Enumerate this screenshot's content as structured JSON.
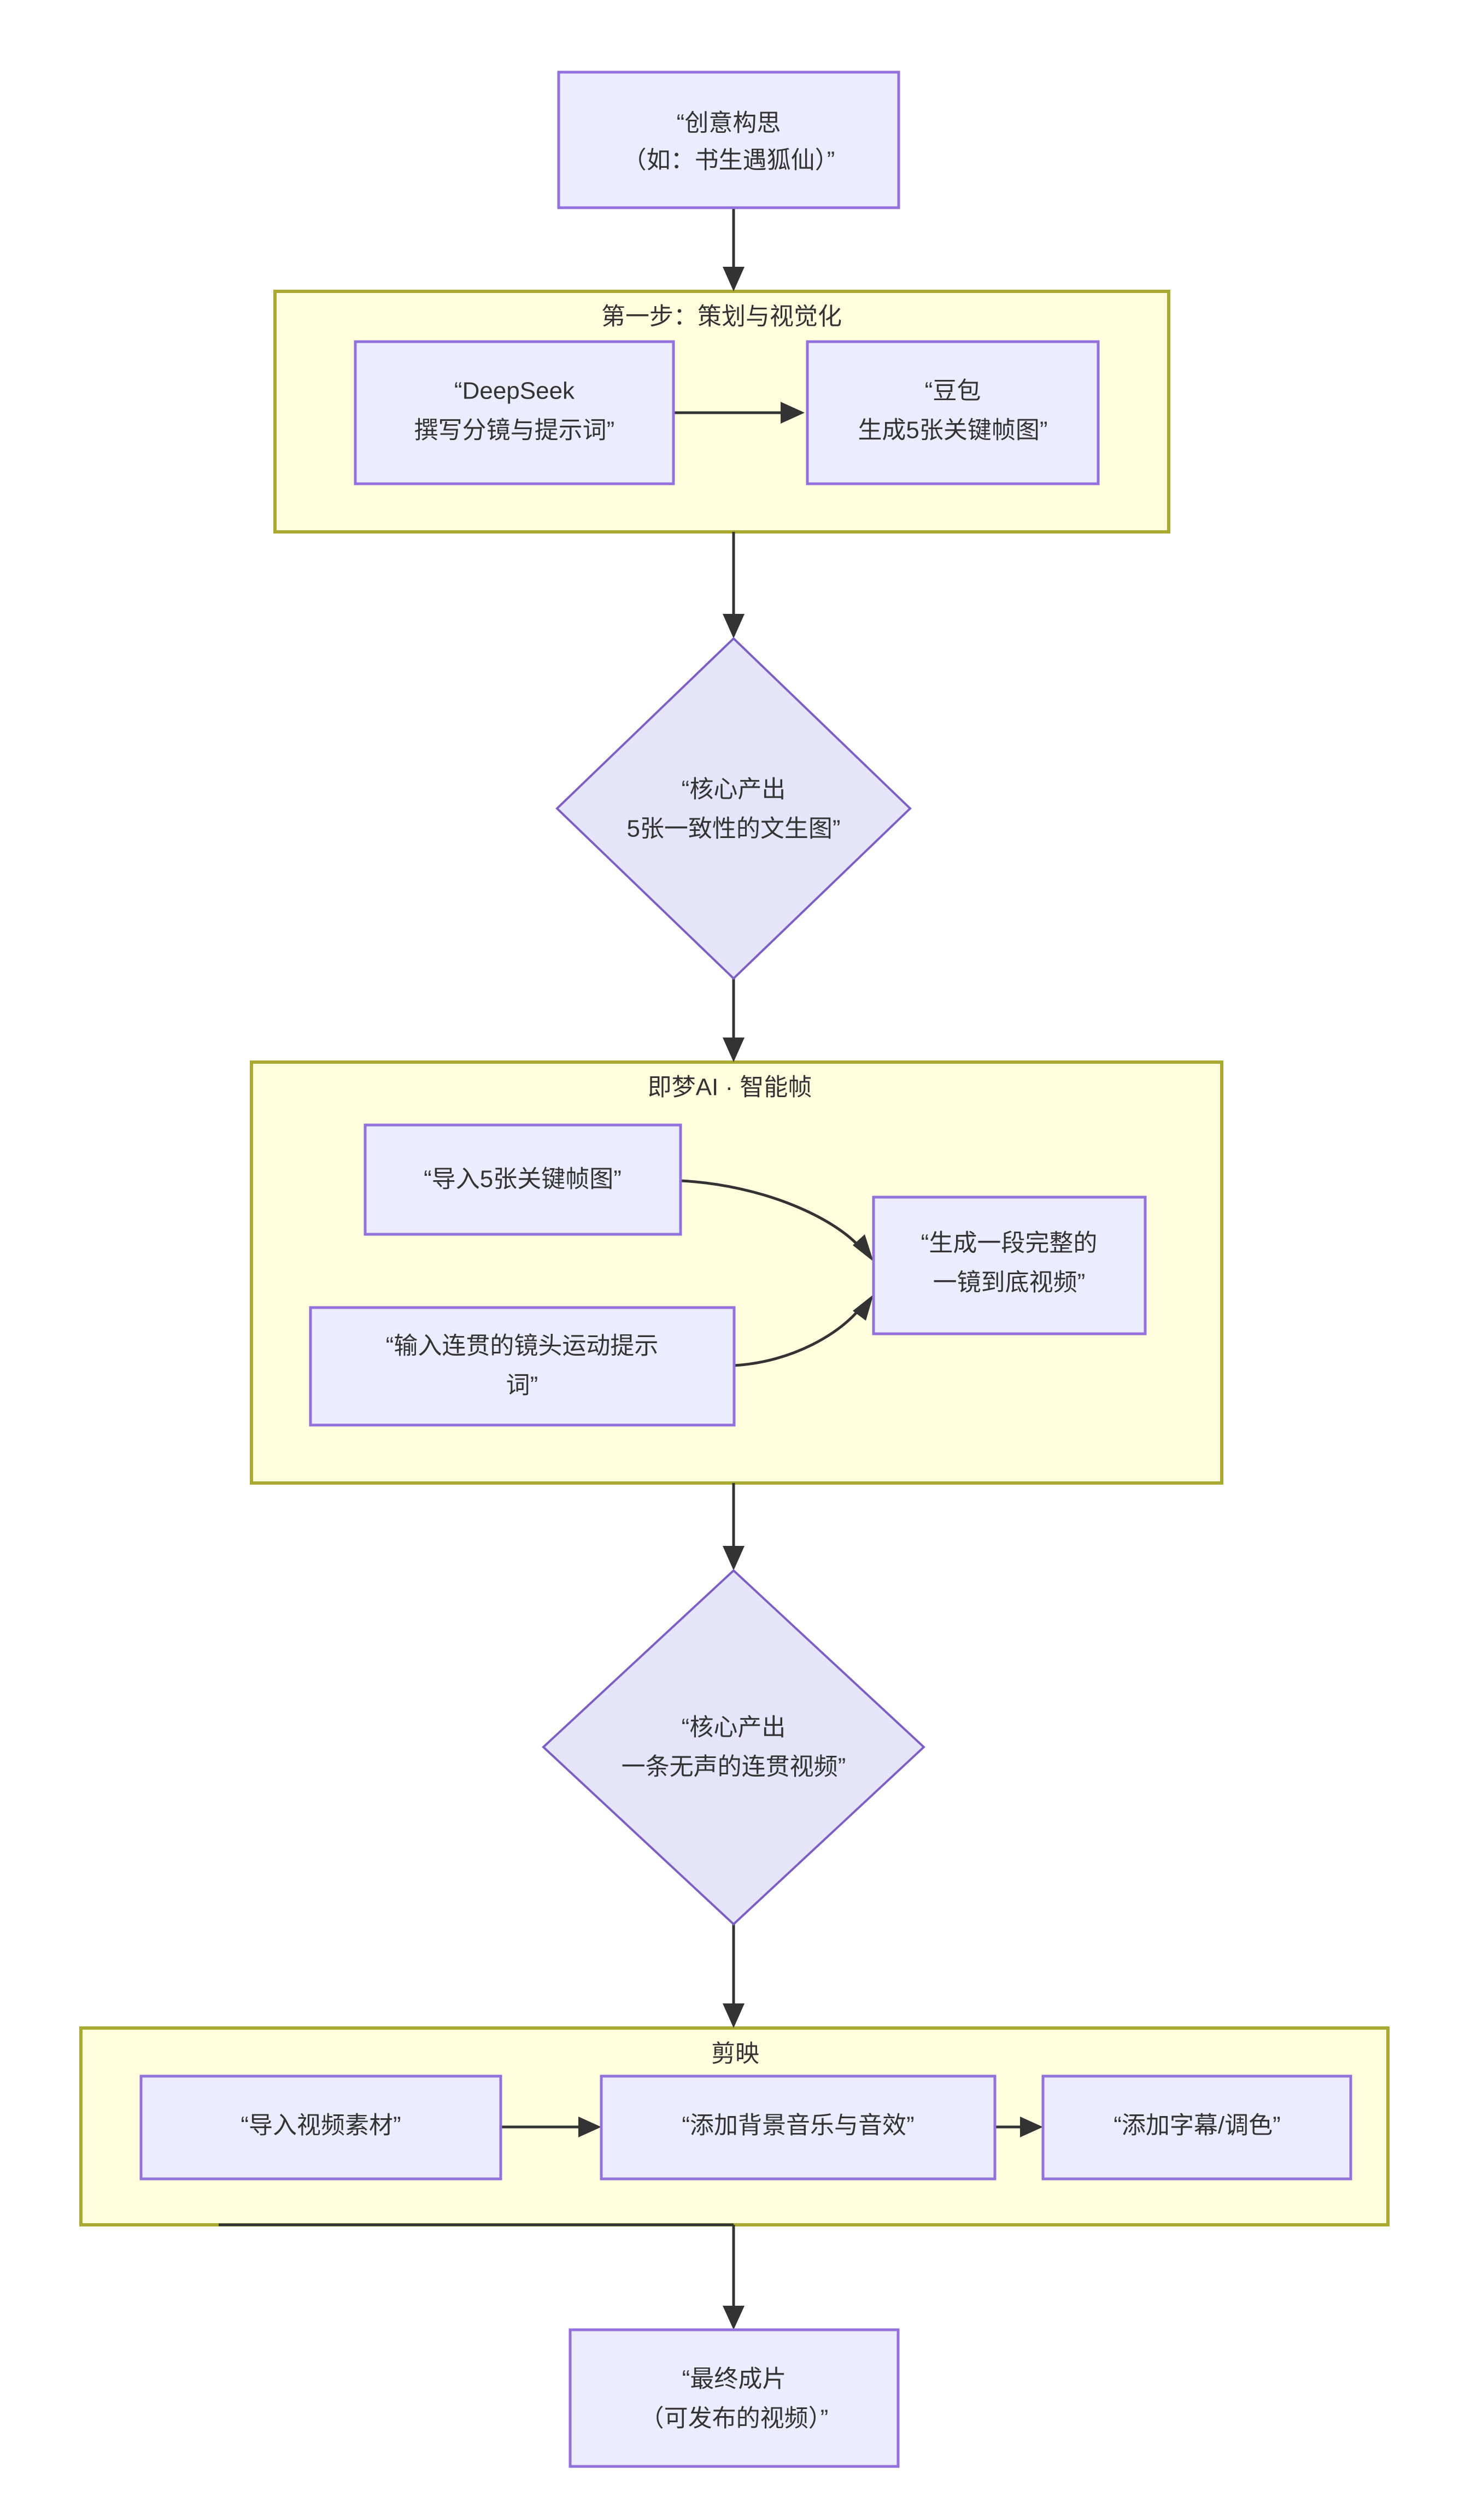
{
  "diagram": {
    "type": "flowchart",
    "direction": "top-down",
    "title": null,
    "colors": {
      "node_fill": "#ececff",
      "node_stroke": "#9370db",
      "diamond_fill": "#e5e4f9",
      "diamond_stroke": "#7d5fc4",
      "subgraph_fill": "#ffffde",
      "subgraph_stroke": "#aaaa33",
      "edge_stroke": "#333333",
      "text": "#333333",
      "background": "#ffffff"
    },
    "nodes": [
      {
        "id": "start",
        "shape": "rect",
        "lines": [
          "“创意构思",
          "（如：书生遇狐仙）”"
        ]
      },
      {
        "id": "deepseek",
        "shape": "rect",
        "lines": [
          "“DeepSeek",
          "撰写分镜与提示词”"
        ]
      },
      {
        "id": "doubao",
        "shape": "rect",
        "lines": [
          "“豆包",
          "生成5张关键帧图”"
        ]
      },
      {
        "id": "core1",
        "shape": "diamond",
        "lines": [
          "“核心产出",
          "5张一致性的文生图”"
        ]
      },
      {
        "id": "import5",
        "shape": "rect",
        "lines": [
          "“导入5张关键帧图”"
        ]
      },
      {
        "id": "prompt",
        "shape": "rect",
        "lines": [
          "“输入连贯的镜头运动提示",
          "词”"
        ]
      },
      {
        "id": "gen",
        "shape": "rect",
        "lines": [
          "“生成一段完整的",
          "一镜到底视频”"
        ]
      },
      {
        "id": "core2",
        "shape": "diamond",
        "lines": [
          "“核心产出",
          "一条无声的连贯视频”"
        ]
      },
      {
        "id": "importvid",
        "shape": "rect",
        "lines": [
          "“导入视频素材”"
        ]
      },
      {
        "id": "bgm",
        "shape": "rect",
        "lines": [
          "“添加背景音乐与音效”"
        ]
      },
      {
        "id": "subtitle",
        "shape": "rect",
        "lines": [
          "“添加字幕/调色”"
        ]
      },
      {
        "id": "final",
        "shape": "rect",
        "lines": [
          "“最终成片",
          "（可发布的视频）”"
        ]
      }
    ],
    "subgraphs": [
      {
        "id": "sg1",
        "title": "第一步：策划与视觉化",
        "node_ids": [
          "deepseek",
          "doubao"
        ]
      },
      {
        "id": "sg2",
        "title": "即梦AI · 智能帧",
        "node_ids": [
          "import5",
          "prompt",
          "gen"
        ]
      },
      {
        "id": "sg3",
        "title": "剪映",
        "node_ids": [
          "importvid",
          "bgm",
          "subtitle"
        ]
      }
    ],
    "edges": [
      {
        "from": "start",
        "to": "sg1",
        "style": "straight"
      },
      {
        "from": "deepseek",
        "to": "doubao",
        "style": "straight"
      },
      {
        "from": "sg1",
        "to": "core1",
        "style": "straight"
      },
      {
        "from": "core1",
        "to": "sg2",
        "style": "straight"
      },
      {
        "from": "import5",
        "to": "gen",
        "style": "curved"
      },
      {
        "from": "prompt",
        "to": "gen",
        "style": "curved"
      },
      {
        "from": "sg2",
        "to": "core2",
        "style": "straight"
      },
      {
        "from": "core2",
        "to": "sg3",
        "style": "straight"
      },
      {
        "from": "importvid",
        "to": "bgm",
        "style": "straight"
      },
      {
        "from": "bgm",
        "to": "subtitle",
        "style": "straight"
      },
      {
        "from": "sg3",
        "to": "final",
        "style": "straight"
      }
    ]
  },
  "labels": {
    "start_l1": "“创意构思",
    "start_l2": "（如：书生遇狐仙）”",
    "sg1_title": "第一步：策划与视觉化",
    "deepseek_l1": "“DeepSeek",
    "deepseek_l2": "撰写分镜与提示词”",
    "doubao_l1": "“豆包",
    "doubao_l2": "生成5张关键帧图”",
    "core1_l1": "“核心产出",
    "core1_l2": "5张一致性的文生图”",
    "sg2_title": "即梦AI · 智能帧",
    "import5_l1": "“导入5张关键帧图”",
    "prompt_l1": "“输入连贯的镜头运动提示",
    "prompt_l2": "词”",
    "gen_l1": "“生成一段完整的",
    "gen_l2": "一镜到底视频”",
    "core2_l1": "“核心产出",
    "core2_l2": "一条无声的连贯视频”",
    "sg3_title": "剪映",
    "importvid_l1": "“导入视频素材”",
    "bgm_l1": "“添加背景音乐与音效”",
    "subtitle_l1": "“添加字幕/调色”",
    "final_l1": "“最终成片",
    "final_l2": "（可发布的视频）”"
  }
}
